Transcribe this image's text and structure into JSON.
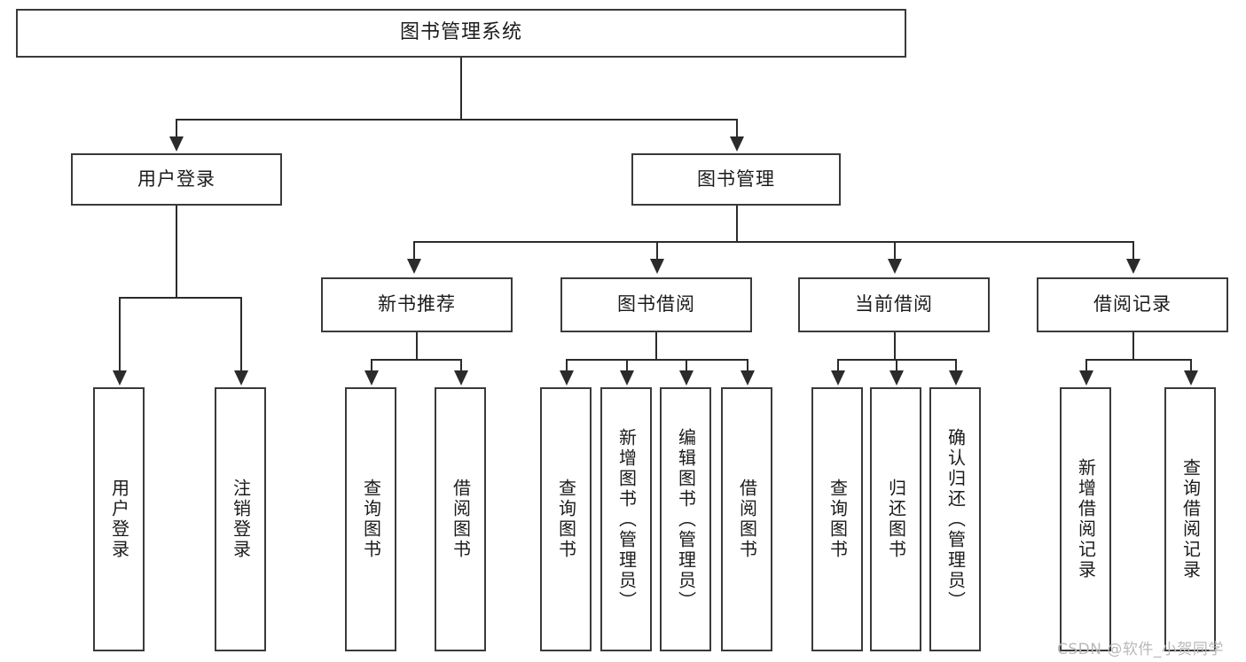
{
  "diagram": {
    "type": "tree-hierarchy-chart",
    "root": {
      "label": "图书管理系统"
    },
    "level2": [
      {
        "label": "用户登录"
      },
      {
        "label": "图书管理"
      }
    ],
    "level3": [
      {
        "label": "新书推荐"
      },
      {
        "label": "图书借阅"
      },
      {
        "label": "当前借阅"
      },
      {
        "label": "借阅记录"
      }
    ],
    "leaves": {
      "user_login": [
        {
          "label": "用户登录"
        },
        {
          "label": "注销登录"
        }
      ],
      "new_book_recommend": [
        {
          "label": "查询图书"
        },
        {
          "label": "借阅图书"
        }
      ],
      "book_borrow": [
        {
          "label": "查询图书"
        },
        {
          "label": "新增图书（管理员）"
        },
        {
          "label": "编辑图书（管理员）"
        },
        {
          "label": "借阅图书"
        }
      ],
      "current_borrow": [
        {
          "label": "查询图书"
        },
        {
          "label": "归还图书"
        },
        {
          "label": "确认归还（管理员）"
        }
      ],
      "borrow_record": [
        {
          "label": "新增借阅记录"
        },
        {
          "label": "查询借阅记录"
        }
      ]
    }
  },
  "watermark": {
    "text": "CSDN @软件_小贺同学"
  },
  "colors": {
    "border": "#3a3a3a",
    "line": "#2b2b2b",
    "text": "#1b1b1b",
    "background": "#ffffff",
    "watermark": "#b9b9b9"
  }
}
